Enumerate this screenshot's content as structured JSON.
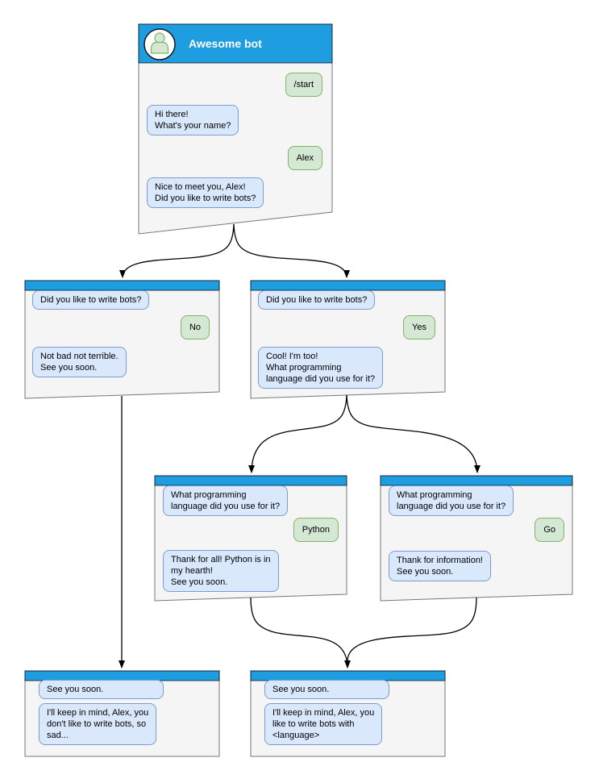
{
  "colors": {
    "header_blue": "#1e9de0",
    "window_bg": "#f5f5f5",
    "window_border": "#777777",
    "bot_bubble_bg": "#dae8fc",
    "bot_bubble_border": "#7b9bd2",
    "user_bubble_bg": "#d5e8d4",
    "user_bubble_border": "#82b366",
    "title_text": "#ffffff",
    "arrow": "#000000"
  },
  "icons": {
    "avatar": "user-icon"
  },
  "windows": {
    "start": {
      "title": "Awesome bot",
      "messages": [
        {
          "from": "user",
          "text": "/start"
        },
        {
          "from": "bot",
          "text": "Hi there!\nWhat's your name?"
        },
        {
          "from": "user",
          "text": "Alex"
        },
        {
          "from": "bot",
          "text": "Nice to meet you, Alex!\nDid you like to write bots?"
        }
      ]
    },
    "branch_no": {
      "messages": [
        {
          "from": "bot",
          "text": "Did you like to write bots?"
        },
        {
          "from": "user",
          "text": "No"
        },
        {
          "from": "bot",
          "text": "Not bad not terrible.\nSee you soon."
        }
      ]
    },
    "branch_yes": {
      "messages": [
        {
          "from": "bot",
          "text": "Did you like to write bots?"
        },
        {
          "from": "user",
          "text": "Yes"
        },
        {
          "from": "bot",
          "text": "Cool! I'm too!\nWhat programming\nlanguage did you use for it?"
        }
      ]
    },
    "lang_python": {
      "messages": [
        {
          "from": "bot",
          "text": "What programming\nlanguage did you use for it?"
        },
        {
          "from": "user",
          "text": "Python"
        },
        {
          "from": "bot",
          "text": "Thank for all! Python is in\nmy hearth!\nSee you soon."
        }
      ]
    },
    "lang_go": {
      "messages": [
        {
          "from": "bot",
          "text": "What programming\nlanguage did you use for it?"
        },
        {
          "from": "user",
          "text": "Go"
        },
        {
          "from": "bot",
          "text": "Thank for information!\nSee you soon."
        }
      ]
    },
    "end_no": {
      "messages": [
        {
          "from": "bot",
          "text": "See you soon."
        },
        {
          "from": "bot",
          "text": "I'll keep in mind, Alex, you\ndon't like to write bots, so\nsad..."
        }
      ]
    },
    "end_yes": {
      "messages": [
        {
          "from": "bot",
          "text": "See you soon."
        },
        {
          "from": "bot",
          "text": "I'll keep in mind, Alex, you\nlike to write bots with\n<language>"
        }
      ]
    }
  }
}
